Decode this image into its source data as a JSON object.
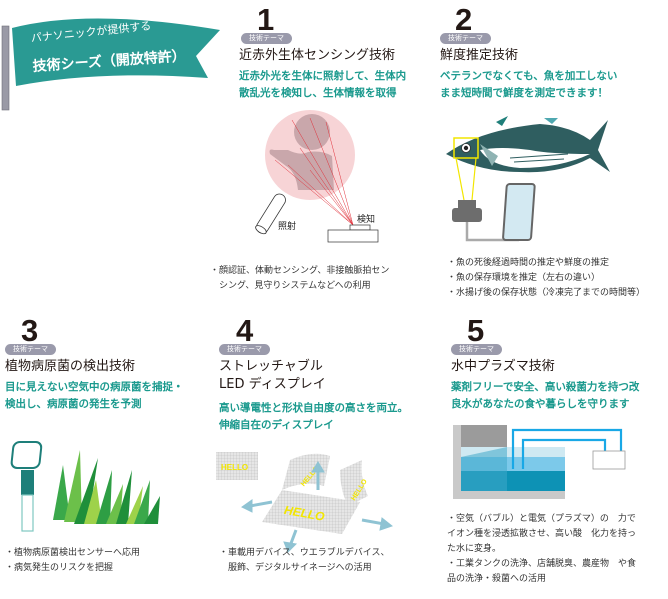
{
  "banner": {
    "line1": "パナソニックが提供する",
    "line2": "技術シーズ（開放特許）",
    "color": "#2a9a93"
  },
  "badge_label": "技術テーマ",
  "colors": {
    "accent_text": "#1b9a8e",
    "badge_bg": "#9a9aab",
    "number": "#231815"
  },
  "themes": [
    {
      "number": "1",
      "badge": "技術テーマ",
      "title": "近赤外生体センシング技術",
      "desc": [
        "近赤外光を生体に照射して、生体内",
        "散乱光を検知し、生体情報を取得"
      ],
      "illustration_labels": {
        "emit": "照射",
        "detect": "検知"
      },
      "bullets": [
        "・顔認証、体動センシング、非接触脈拍セン",
        "　シング、見守りシステムなどへの利用"
      ]
    },
    {
      "number": "2",
      "badge": "技術テーマ",
      "title": "鮮度推定技術",
      "desc": [
        "ベテランでなくても、魚を加工しない",
        "まま短時間で鮮度を測定できます！"
      ],
      "bullets": [
        "・魚の死後経過時間の推定や鮮度の推定",
        "・魚の保存環境を推定（左右の違い）",
        "・水揚げ後の保存状態（冷凍完了までの時間等）"
      ]
    },
    {
      "number": "3",
      "badge": "技術テーマ",
      "title": "植物病原菌の検出技術",
      "desc": [
        "目に見えない空気中の病原菌を捕捉・",
        "検出し、病原菌の発生を予測"
      ],
      "bullets": [
        "・植物病原菌検出センサーへ応用",
        "・病気発生のリスクを把握"
      ]
    },
    {
      "number": "4",
      "badge": "技術テーマ",
      "title_lines": [
        "ストレッチャブル",
        "LED ディスプレイ"
      ],
      "desc": [
        "高い導電性と形状自由度の高さを両立。",
        "伸縮自在のディスプレイ"
      ],
      "illustration_text": "HELLO",
      "bullets": [
        "・車載用デバイス、ウエラブルデバイス、",
        "　服飾、デジタルサイネージへの活用"
      ]
    },
    {
      "number": "5",
      "badge": "技術テーマ",
      "title": "水中プラズマ技術",
      "desc": [
        "薬剤フリーで安全、高い殺菌力を持つ改",
        "良水があなたの食や暮らしを守ります"
      ],
      "bullets": [
        "・空気（バブル）と電気（プラズマ）の　力で",
        "イオン種を浸透拡散させ、高い酸　化力を持っ",
        "た水に変身。",
        "・工業タンクの洗浄、店舗脱臭、農産物　や食",
        "品の洗浄・殺菌への活用"
      ]
    }
  ]
}
